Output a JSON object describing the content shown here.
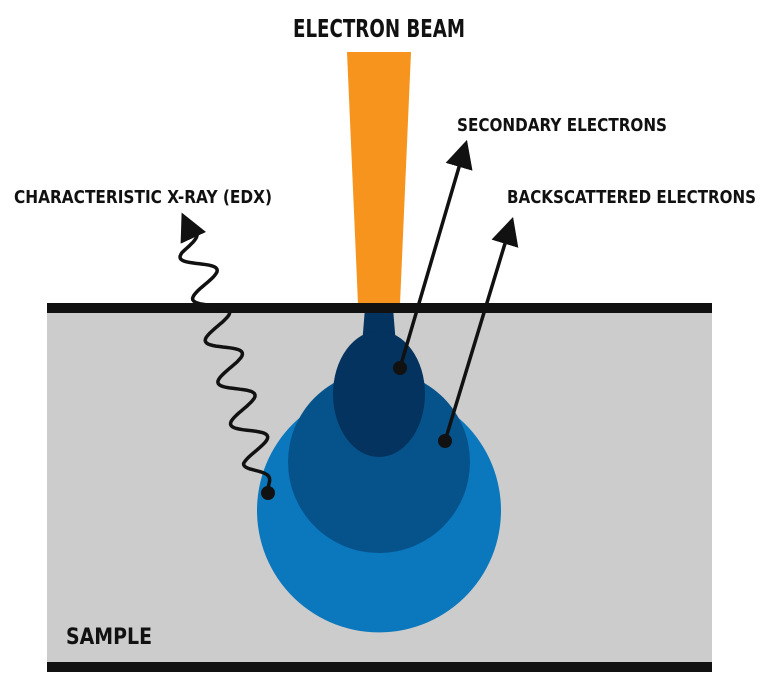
{
  "labels": {
    "beam": "ELECTRON BEAM",
    "secondary": "SECONDARY ELECTRONS",
    "backscattered": "BACKSCATTERED ELECTRONS",
    "xray": "CHARACTERISTIC X-RAY (EDX)",
    "sample": "SAMPLE"
  },
  "colors": {
    "beam": "#f7941d",
    "sample": "#cccccc",
    "xray_volume": "#0b77bd",
    "backscatter_volume": "#06538c",
    "secondary_volume": "#03335e",
    "line": "#111111"
  }
}
